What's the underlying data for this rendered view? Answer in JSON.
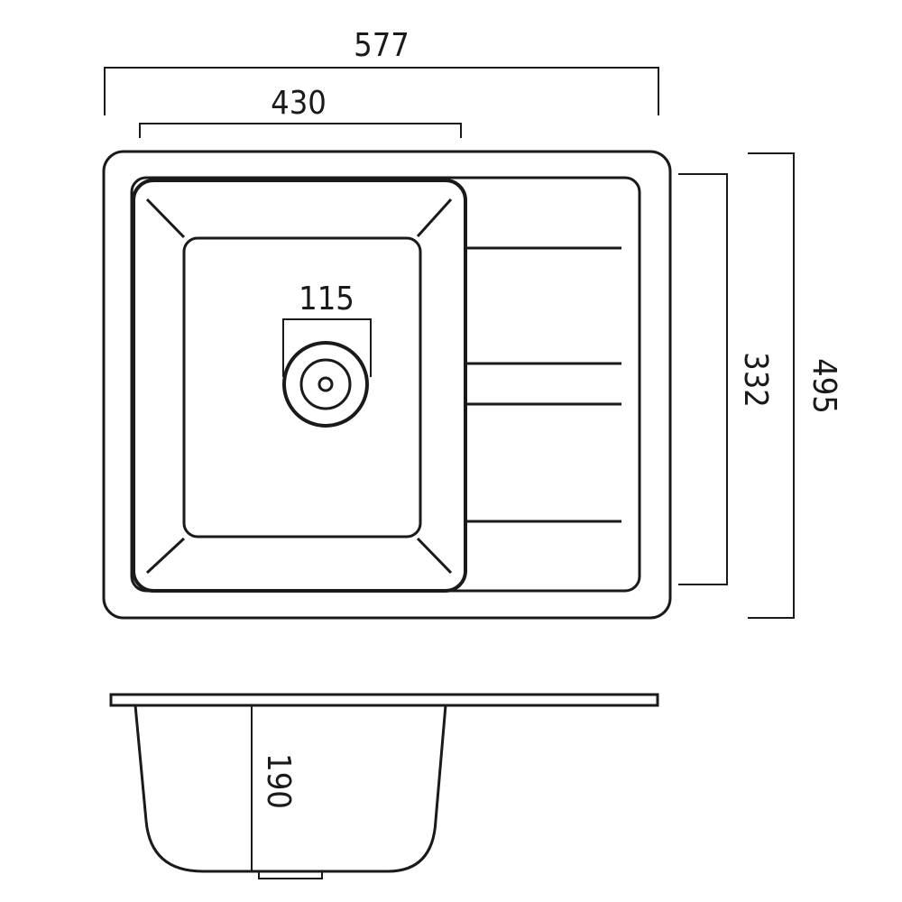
{
  "dimensions": {
    "overall_width": "577",
    "bowl_width": "430",
    "drain_diameter": "115",
    "bowl_length": "332",
    "overall_length": "495",
    "depth": "190"
  },
  "colors": {
    "line": "#1a1a1a",
    "background": "#ffffff"
  }
}
